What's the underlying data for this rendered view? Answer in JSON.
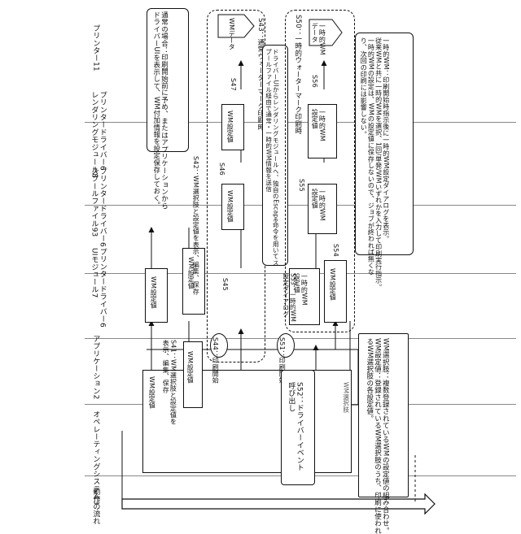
{
  "lanes": [
    "動作の流れ",
    "オペレーティングシステム3",
    "アプリケーション2",
    "プリンタードライバー6\nUIモジュール7",
    "プリンタードライバー6\nスプールファイル93",
    "プリンタードライバー6\nレンダリングモジュール8",
    "プリンター11"
  ],
  "notes": {
    "top_note": "通常の場合：印刷開始前に予め、またはアプリケーションから\nドライバーUIを表示して、WM付加情報を設定保存しておく。",
    "right_note": "一時的WM：印刷開始時指示後に一時的WM設定ダイアログを表示。\n従来WMと共に一時的WMを選択、1回/単発/WMいずれかを入力して印刷実行指示。\n一時的WMの設定は、WMの設定値に保存しないので、ジョブが終われば無くな\nり、次回の印刷には影響しない。",
    "legend": "WM選択肢：複数登録されているWMの設定値の組み合わせ。\nWM設定値：登録されているWM選択肢のうち、印刷に使われ\nるWM選択肢の各設定値。",
    "render_note": "ドライバーUIからレンダリングモジュールへ、独自のEscape命令を用いてス\nプールファイル経由で通常・一時的WM情報を送信"
  },
  "steps": {
    "s41": "S41：WM選択肢と設定値を\n表示、編集、保存",
    "s42": "S42：WM選択肢と設定値を表示、編集、保存",
    "s43": "S43：通常ウォーターマーク印刷時",
    "s44": "S44：印刷開始",
    "s45": "S45",
    "s46": "S46",
    "s47": "S47",
    "s50": "S50：一時的ウォーターマーク印刷時",
    "s51": "S51：印刷開始",
    "s52": "S52：ドライバーイベント\n呼び出し",
    "s53": "S53：一時的WM\n設定ダイアログ",
    "s54": "S54",
    "s55": "S55",
    "s56": "S56"
  },
  "boxes": {
    "os_settings": "WM設定値",
    "os_choice": "WM選択肢",
    "app_settings": "WM設定値",
    "ui_settings_a": "WM設定値",
    "ui_settings_b": "WM設定値",
    "spool_settings_1": "WM設定値",
    "render_settings_1": "WM設定値",
    "printer_data_1": "WMデータ",
    "temp_dialog_settings": "一時的WM\n設定値",
    "ui_settings_c": "WM設定値",
    "spool_temp": "一時的WM\n設定値",
    "render_temp": "一時的WM\n設定値",
    "printer_data_2": "一時的WM\nデータ"
  }
}
